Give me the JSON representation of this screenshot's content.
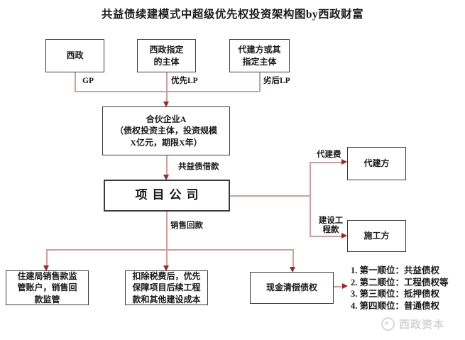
{
  "title": "共益债续建模式中超级优先权投资架构图by西政财富",
  "nodes": {
    "xizheng": "西政",
    "designated": "西政指定\n的主体",
    "agent": "代建方或其\n指定主体",
    "partnership": "合伙企业A\n（债权投资主体，投资规模\nX亿元，期限X年）",
    "project": "项目公司",
    "builder": "代建方",
    "contractor": "施工方",
    "supervision": "住建局销售款监\n管账户，销售回\n款监管",
    "deduction": "扣除税费后，优先\n保障项目后续工程\n款和其他建设成本",
    "cash": "现金清偿债权"
  },
  "edge_labels": {
    "gp": "GP",
    "senior_lp": "优先LP",
    "junior_lp": "劣后LP",
    "loan": "共益债借款",
    "agency_fee": "代建费",
    "construction_fee": "建设工\n程款",
    "sales_return": "销售回款"
  },
  "priority_list": [
    "1. 第一顺位：共益债权",
    "2. 第二顺位：工程债权等",
    "3. 第三顺位：抵押债权",
    "4. 第四顺位：普通债权"
  ],
  "watermark": {
    "text": "西政资本"
  },
  "colors": {
    "connector": "#d49c9c",
    "arrowhead": "#9e2626",
    "box_border": "#3a3a3a",
    "watermark": "#d4d4d4"
  }
}
